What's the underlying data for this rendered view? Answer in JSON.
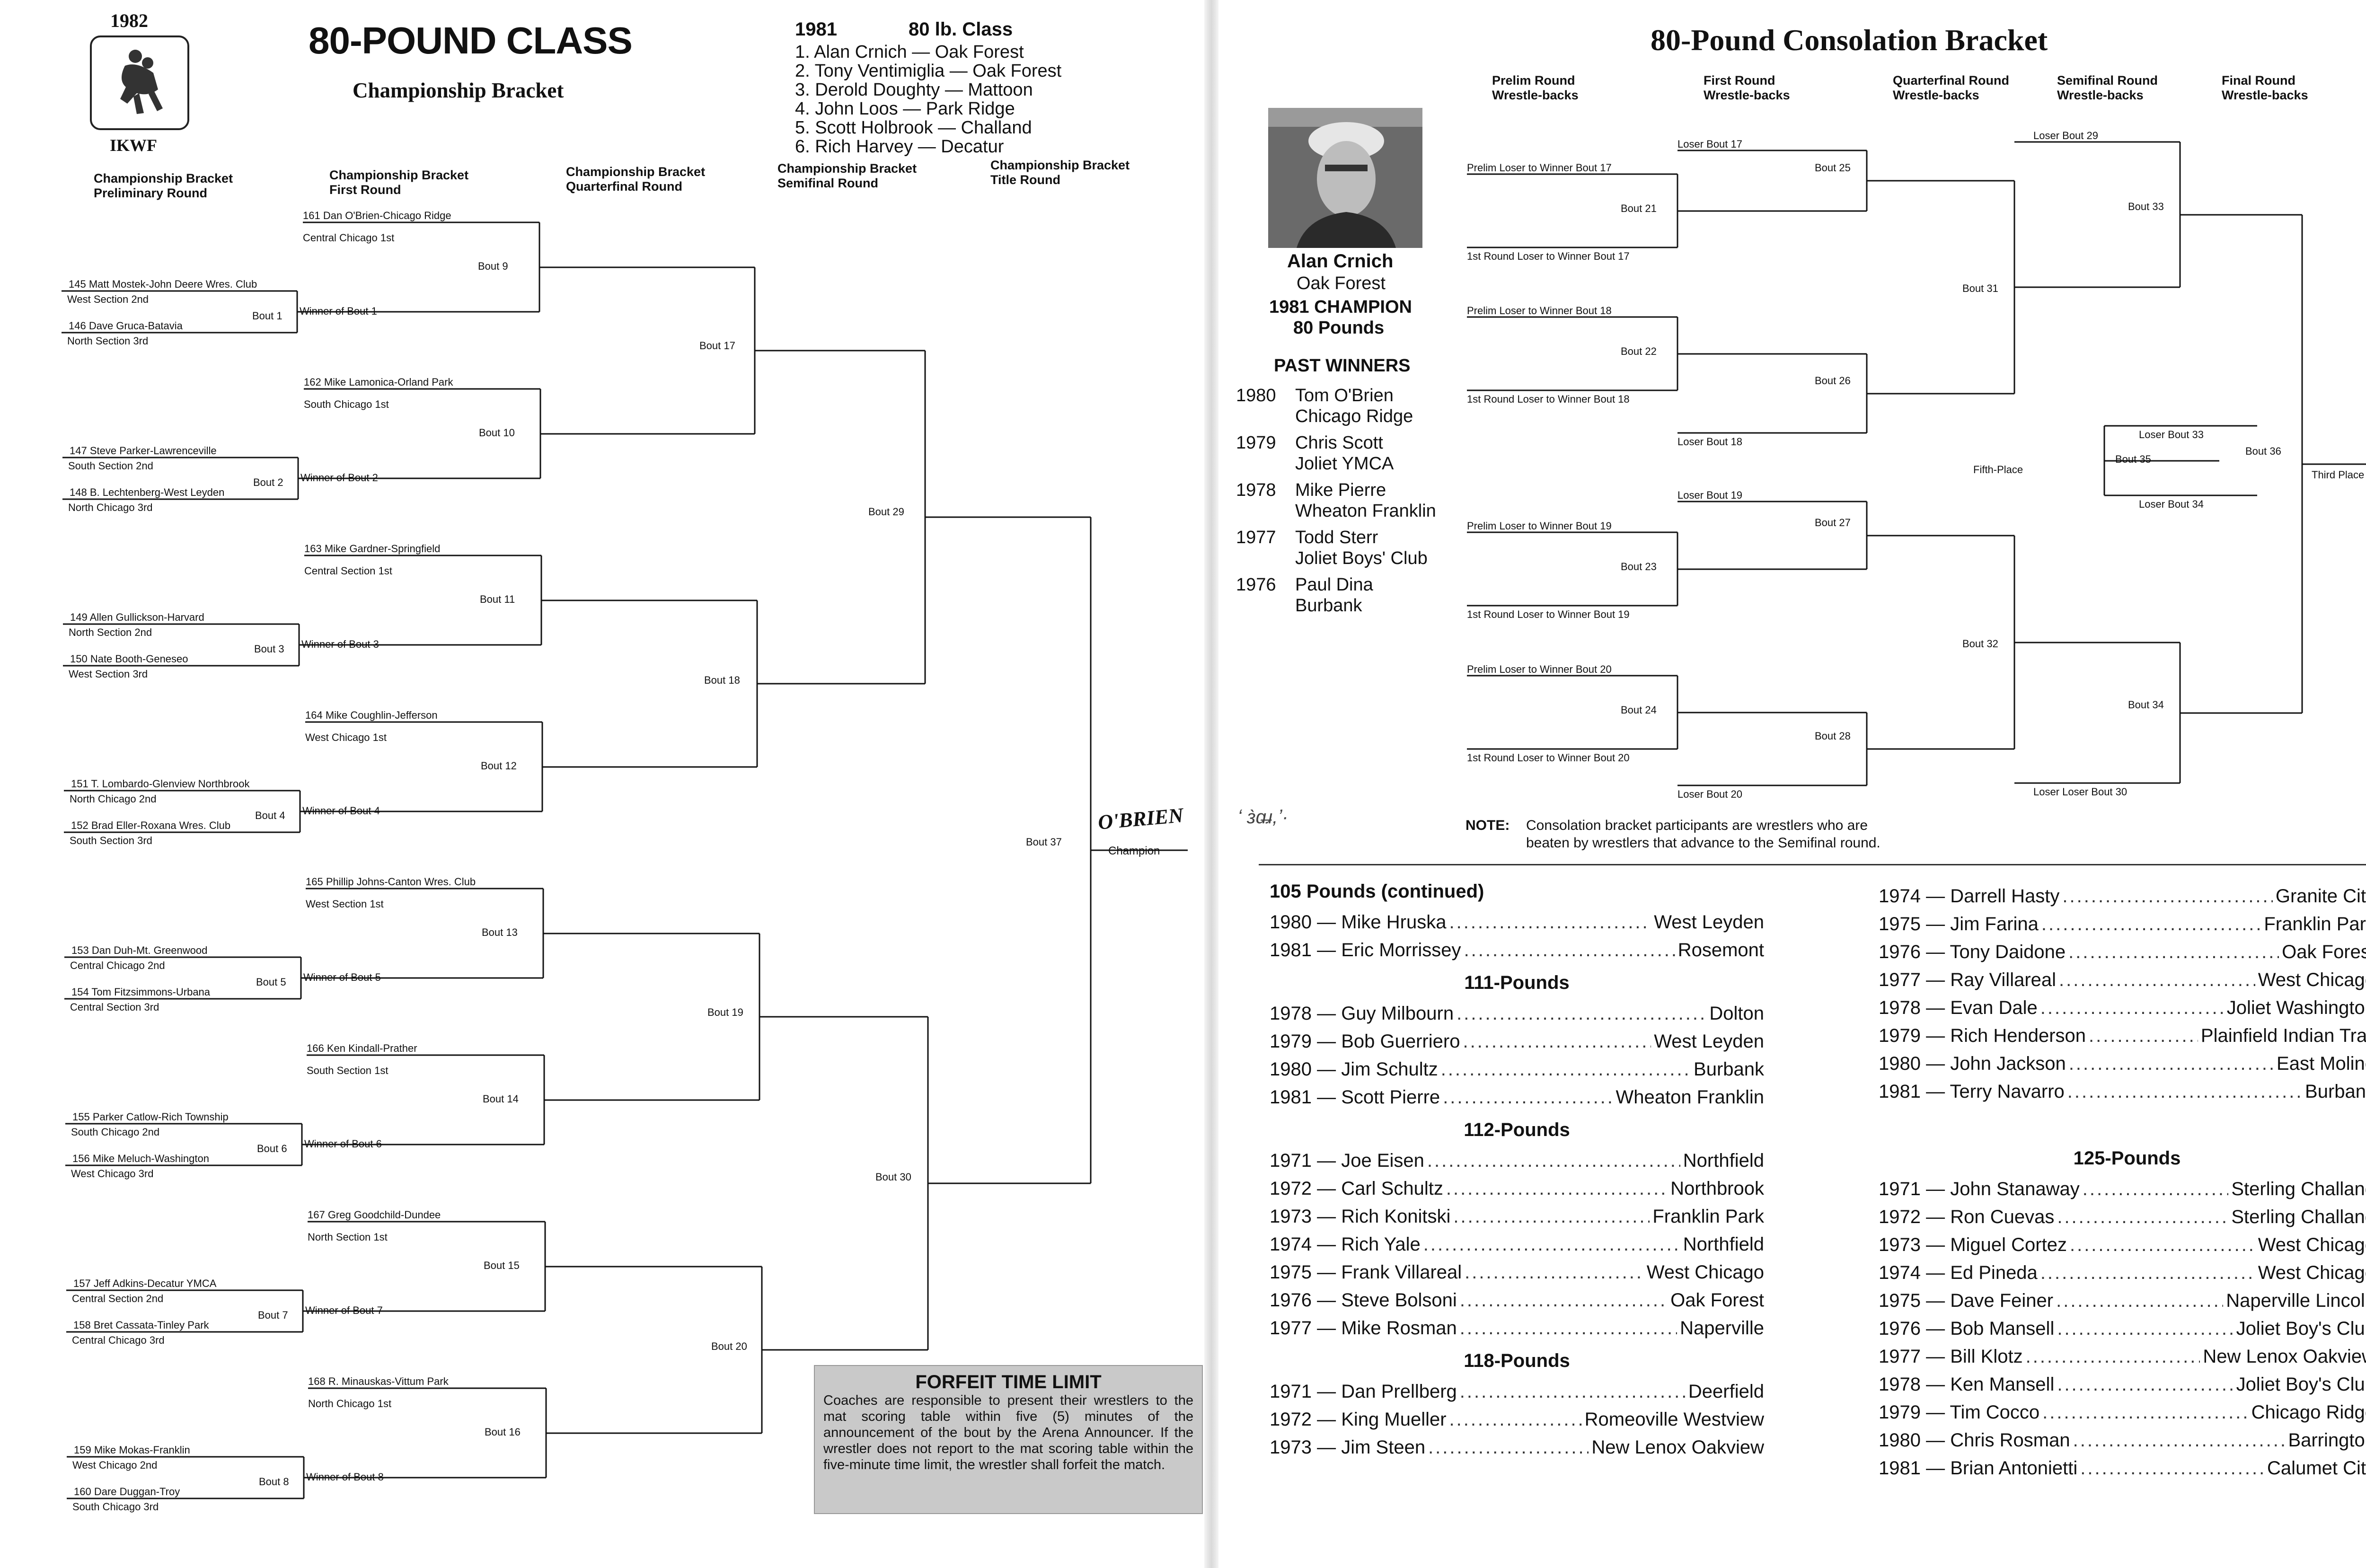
{
  "left": {
    "year": "1982",
    "logo_text": "IKWF",
    "title": "80-POUND CLASS",
    "subtitle": "Championship Bracket",
    "prev_year": {
      "year": "1981",
      "class": "80 lb. Class",
      "places": [
        "1. Alan Crnich — Oak Forest",
        "2. Tony Ventimiglia — Oak Forest",
        "3. Derold Doughty — Mattoon",
        "4. John Loos — Park Ridge",
        "5. Scott Holbrook — Challand",
        "6. Rich Harvey — Decatur"
      ]
    },
    "round_headers": [
      [
        "Championship Bracket",
        "Preliminary Round"
      ],
      [
        "Championship Bracket",
        "First Round"
      ],
      [
        "Championship Bracket",
        "Quarterfinal Round"
      ],
      [
        "Championship Bracket",
        "Semifinal Round"
      ],
      [
        "Championship Bracket",
        "Title Round"
      ]
    ],
    "prelims": [
      {
        "a": "145 Matt Mostek-John Deere Wres. Club",
        "as": "West Section 2nd",
        "b": "146 Dave Gruca-Batavia",
        "bs": "North Section 3rd",
        "bout": "Bout 1",
        "win": "Winner of Bout 1"
      },
      {
        "a": "147 Steve Parker-Lawrenceville",
        "as": "South Section 2nd",
        "b": "148 B. Lechtenberg-West Leyden",
        "bs": "North Chicago 3rd",
        "bout": "Bout 2",
        "win": "Winner of Bout 2"
      },
      {
        "a": "149 Allen Gullickson-Harvard",
        "as": "North Section 2nd",
        "b": "150 Nate Booth-Geneseo",
        "bs": "West Section 3rd",
        "bout": "Bout 3",
        "win": "Winner of Bout 3"
      },
      {
        "a": "151 T. Lombardo-Glenview Northbrook",
        "as": "North Chicago 2nd",
        "b": "152 Brad Eller-Roxana Wres. Club",
        "bs": "South Section 3rd",
        "bout": "Bout 4",
        "win": "Winner of Bout 4"
      },
      {
        "a": "153 Dan Duh-Mt. Greenwood",
        "as": "Central Chicago 2nd",
        "b": "154 Tom Fitzsimmons-Urbana",
        "bs": "Central Section 3rd",
        "bout": "Bout 5",
        "win": "Winner of Bout 5"
      },
      {
        "a": "155 Parker Catlow-Rich Township",
        "as": "South Chicago 2nd",
        "b": "156 Mike Meluch-Washington",
        "bs": "West Chicago 3rd",
        "bout": "Bout 6",
        "win": "Winner of Bout 6"
      },
      {
        "a": "157 Jeff Adkins-Decatur YMCA",
        "as": "Central Section 2nd",
        "b": "158 Bret Cassata-Tinley Park",
        "bs": "Central Chicago 3rd",
        "bout": "Bout 7",
        "win": "Winner of Bout 7"
      },
      {
        "a": "159 Mike Mokas-Franklin",
        "as": "West Chicago 2nd",
        "b": "160 Dare Duggan-Troy",
        "bs": "South Chicago 3rd",
        "bout": "Bout 8",
        "win": "Winner of Bout 8"
      }
    ],
    "firsts": [
      {
        "a": "161 Dan O'Brien-Chicago Ridge",
        "as": "Central Chicago 1st",
        "bout": "Bout 9"
      },
      {
        "a": "162 Mike Lamonica-Orland Park",
        "as": "South Chicago 1st",
        "bout": "Bout 10"
      },
      {
        "a": "163 Mike Gardner-Springfield",
        "as": "Central Section 1st",
        "bout": "Bout 11"
      },
      {
        "a": "164 Mike Coughlin-Jefferson",
        "as": "West Chicago 1st",
        "bout": "Bout 12"
      },
      {
        "a": "165 Phillip Johns-Canton Wres. Club",
        "as": "West Section 1st",
        "bout": "Bout 13"
      },
      {
        "a": "166 Ken Kindall-Prather",
        "as": "South Section 1st",
        "bout": "Bout 14"
      },
      {
        "a": "167 Greg Goodchild-Dundee",
        "as": "North Section 1st",
        "bout": "Bout 15"
      },
      {
        "a": "168 R. Minauskas-Vittum Park",
        "as": "North Chicago 1st",
        "bout": "Bout 16"
      }
    ],
    "qf_bouts": [
      "Bout 17",
      "Bout 18",
      "Bout 19",
      "Bout 20"
    ],
    "sf_bouts": [
      "Bout 29",
      "Bout 30"
    ],
    "final_bout": "Bout 37",
    "champion_name": "O'BRIEN",
    "champion_label": "Champion",
    "forfeit": {
      "title": "FORFEIT TIME LIMIT",
      "body": "Coaches are responsible to present their wrestlers to the mat scoring table within five (5) minutes of the announcement of the bout by the Arena Announcer. If the wrestler does not report to the mat scoring table within the five-minute time limit, the wrestler shall forfeit the match."
    }
  },
  "right": {
    "title": "80-Pound Consolation Bracket",
    "round_headers": [
      [
        "Prelim Round",
        "Wrestle-backs"
      ],
      [
        "First Round",
        "Wrestle-backs"
      ],
      [
        "Quarterfinal Round",
        "Wrestle-backs"
      ],
      [
        "Semifinal Round",
        "Wrestle-backs"
      ],
      [
        "Final Round",
        "Wrestle-backs"
      ]
    ],
    "champ_name": "Alan Crnich",
    "champ_school": "Oak Forest",
    "champ_line1": "1981 CHAMPION",
    "champ_line2": "80 Pounds",
    "past_title": "PAST WINNERS",
    "past": [
      {
        "year": "1980",
        "name": "Tom O'Brien",
        "school": "Chicago Ridge"
      },
      {
        "year": "1979",
        "name": "Chris Scott",
        "school": "Joliet YMCA"
      },
      {
        "year": "1978",
        "name": "Mike Pierre",
        "school": "Wheaton Franklin"
      },
      {
        "year": "1977",
        "name": "Todd Sterr",
        "school": "Joliet Boys' Club"
      },
      {
        "year": "1976",
        "name": "Paul Dina",
        "school": "Burbank"
      }
    ],
    "cons": {
      "prelim_labels": [
        "Prelim Loser to Winner Bout 17",
        "1st Round Loser to Winner Bout 17",
        "Prelim Loser to Winner Bout 18",
        "1st Round Loser to Winner Bout 18",
        "Prelim Loser to Winner Bout 19",
        "1st Round Loser to Winner Bout 19",
        "Prelim Loser to Winner Bout 20",
        "1st Round Loser to Winner Bout 20"
      ],
      "prelim_bouts": [
        "Bout 21",
        "Bout 22",
        "Bout 23",
        "Bout 24"
      ],
      "first_labels": [
        "Loser Bout 17",
        "Loser Bout 18",
        "Loser Bout 19",
        "Loser Bout 20"
      ],
      "first_bouts": [
        "Bout 25",
        "Bout 26",
        "Bout 27",
        "Bout 28"
      ],
      "qf_bouts": [
        "Bout 31",
        "Bout 32"
      ],
      "sf_labels": [
        "Loser Bout 29",
        "Loser Loser Bout 30"
      ],
      "sf_bouts": [
        "Bout 33",
        "Bout 34"
      ],
      "final_bout": "Bout 36",
      "fifth_label": "Fifth-Place",
      "fifth_top": "Loser Bout 33",
      "fifth_bottom": "Loser Bout 34",
      "fifth_bout": "Bout 35",
      "third_label": "Third Place"
    },
    "note_label": "NOTE:",
    "note_text": [
      "Consolation bracket participants are wrestlers who are",
      "beaten by wrestlers that advance to the Semifinal round."
    ],
    "history_left": [
      {
        "head": "105 Pounds (continued)"
      },
      {
        "row": [
          "1980 — Mike Hruska",
          "West Leyden"
        ]
      },
      {
        "row": [
          "1981 — Eric Morrissey",
          "Rosemont"
        ]
      },
      {
        "head": "111-Pounds"
      },
      {
        "row": [
          "1978 — Guy Milbourn",
          "Dolton"
        ]
      },
      {
        "row": [
          "1979 — Bob Guerriero",
          "West Leyden"
        ]
      },
      {
        "row": [
          "1980 — Jim Schultz",
          "Burbank"
        ]
      },
      {
        "row": [
          "1981 — Scott Pierre",
          "Wheaton Franklin"
        ]
      },
      {
        "head": "112-Pounds"
      },
      {
        "row": [
          "1971 — Joe Eisen",
          "Northfield"
        ]
      },
      {
        "row": [
          "1972 — Carl Schultz",
          "Northbrook"
        ]
      },
      {
        "row": [
          "1973 — Rich Konitski",
          "Franklin Park"
        ]
      },
      {
        "row": [
          "1974 — Rich Yale",
          "Northfield"
        ]
      },
      {
        "row": [
          "1975 — Frank Villareal",
          "West Chicago"
        ]
      },
      {
        "row": [
          "1976 — Steve Bolsoni",
          "Oak Forest"
        ]
      },
      {
        "row": [
          "1977 — Mike Rosman",
          "Naperville"
        ]
      },
      {
        "head": "118-Pounds"
      },
      {
        "row": [
          "1971 — Dan Prellberg",
          "Deerfield"
        ]
      },
      {
        "row": [
          "1972 — King Mueller",
          "Romeoville Westview"
        ]
      },
      {
        "row": [
          "1973 — Jim Steen",
          "New Lenox Oakview"
        ]
      }
    ],
    "history_right": [
      {
        "row": [
          "1974 — Darrell Hasty",
          "Granite City"
        ]
      },
      {
        "row": [
          "1975 — Jim Farina",
          "Franklin Park"
        ]
      },
      {
        "row": [
          "1976 — Tony Daidone",
          "Oak Forest"
        ]
      },
      {
        "row": [
          "1977 — Ray Villareal",
          "West Chicago"
        ]
      },
      {
        "row": [
          "1978 — Evan Dale",
          "Joliet Washington"
        ]
      },
      {
        "row": [
          "1979 — Rich Henderson",
          "Plainfield Indian Trail"
        ]
      },
      {
        "row": [
          "1980 — John Jackson",
          "East Moline"
        ]
      },
      {
        "row": [
          "1981 — Terry Navarro",
          "Burbank"
        ]
      },
      {
        "head": "125-Pounds"
      },
      {
        "row": [
          "1971 — John Stanaway",
          "Sterling Challand"
        ]
      },
      {
        "row": [
          "1972 — Ron Cuevas",
          "Sterling Challand"
        ]
      },
      {
        "row": [
          "1973 — Miguel Cortez",
          "West Chicago"
        ]
      },
      {
        "row": [
          "1974 — Ed Pineda",
          "West Chicago"
        ]
      },
      {
        "row": [
          "1975 — Dave Feiner",
          "Naperville Lincoln"
        ]
      },
      {
        "row": [
          "1976 — Bob Mansell",
          "Joliet Boy's Club"
        ]
      },
      {
        "row": [
          "1977 — Bill Klotz",
          "New Lenox Oakview"
        ]
      },
      {
        "row": [
          "1978 — Ken Mansell",
          "Joliet Boy's Club"
        ]
      },
      {
        "row": [
          "1979 — Tim Cocco",
          "Chicago Ridge"
        ]
      },
      {
        "row": [
          "1980 — Chris Rosman",
          "Barrington"
        ]
      },
      {
        "row": [
          "1981 — Brian Antonietti",
          "Calumet City"
        ]
      }
    ]
  }
}
